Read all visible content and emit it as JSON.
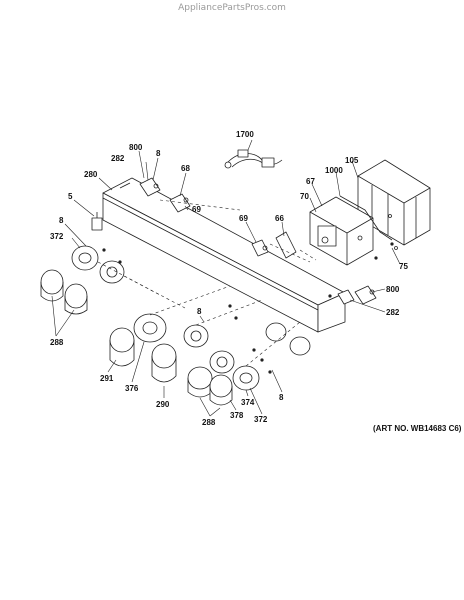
{
  "watermark": "AppliancePartsPros.com",
  "art_number": "(ART NO. WB14683 C6)",
  "callouts": {
    "c1700": "1700",
    "c800a": "800",
    "c282a": "282",
    "c8a": "8",
    "c68": "68",
    "c280": "280",
    "c5": "5",
    "c69a": "69",
    "c105": "105",
    "c1000": "1000",
    "c67": "67",
    "c70": "70",
    "c69b": "69",
    "c66": "66",
    "c75": "75",
    "c8b": "8",
    "c372a": "372",
    "c800b": "800",
    "c282b": "282",
    "c288a": "288",
    "c8c": "8",
    "c291": "291",
    "c376": "376",
    "c290": "290",
    "c374": "374",
    "c8d": "8",
    "c288b": "288",
    "c378": "378",
    "c372b": "372"
  }
}
